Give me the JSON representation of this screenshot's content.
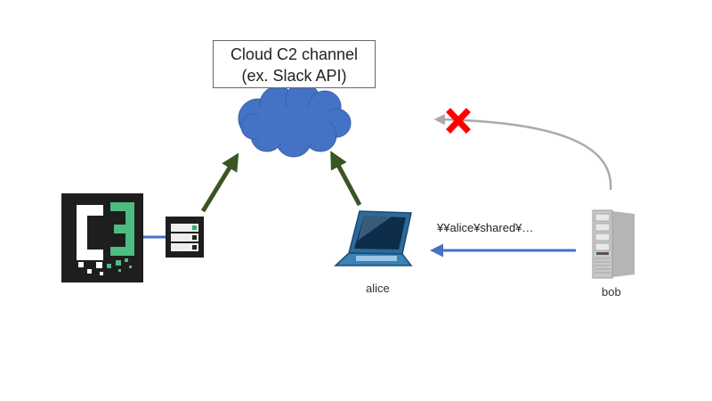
{
  "c2_channel": {
    "line1": "Cloud C2 channel",
    "line2": "(ex. Slack API)"
  },
  "logo": {
    "text": "C3"
  },
  "path_label": "¥¥alice¥shared¥…",
  "nodes": {
    "alice": "alice",
    "bob": "bob"
  },
  "colors": {
    "cloud": "#4472c4",
    "c2_arrow": "#375623",
    "smb_arrow": "#4472c4",
    "blocked_arrow": "#aaaaaa",
    "blocked_mark": "#ff0000",
    "logo_green": "#4dbb82"
  }
}
